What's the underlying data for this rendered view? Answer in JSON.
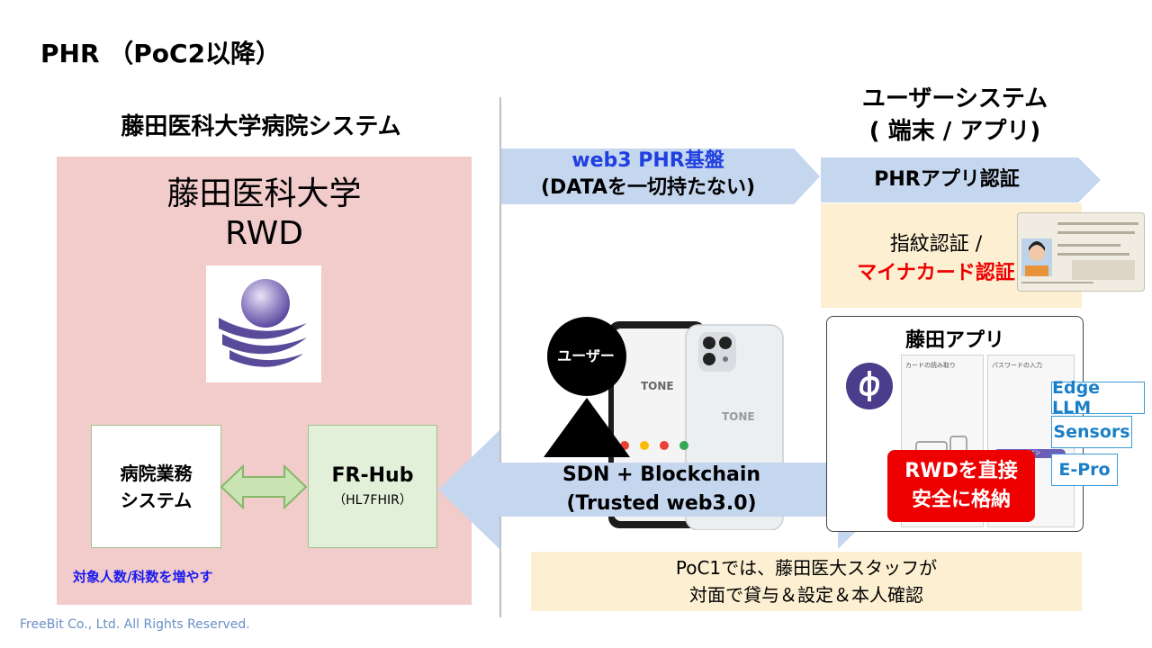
{
  "slide_title": "PHR （PoC2以降）",
  "left": {
    "heading": "藤田医科大学病院システム",
    "panel_title_line1": "藤田医科大学",
    "panel_title_line2": "RWD",
    "hospital_system_line1": "病院業務",
    "hospital_system_line2": "システム",
    "frhub_name": "FR-Hub",
    "frhub_sub": "（HL7FHIR）",
    "note": "対象人数/科数を増やす"
  },
  "center": {
    "web3_line1": "web3 PHR基盤",
    "web3_line2": "(DATAを一切持たない)",
    "user_label": "ユーザー",
    "phone_brand_front": "TONE",
    "phone_brand_back": "TONE",
    "sdn_line1": "SDN + Blockchain",
    "sdn_line2": "(Trusted web3.0)"
  },
  "right": {
    "heading_line1": "ユーザーシステム",
    "heading_line2": "( 端末 / アプリ)",
    "phr_auth": "PHRアプリ認証",
    "auth_line1": "指紋認証 /",
    "auth_line2": "マイナカード認証",
    "app_title": "藤田アプリ",
    "screen1_title": "カードの読み取り",
    "screen2_title": "パスワードの入力",
    "screen2_button": "ログイン",
    "tags": [
      "Edge LLM",
      "Sensors",
      "E-Pro"
    ],
    "rwd_store_line1": "RWDを直接",
    "rwd_store_line2": "安全に格納"
  },
  "bottom_note_line1": "PoC1では、藤田医大スタッフが",
  "bottom_note_line2": "対面で貸与＆設定＆本人確認",
  "copyright": "FreeBit Co., Ltd. All Rights Reserved.",
  "colors": {
    "left_panel": "#f2cbcb",
    "arrow_blue": "#c5d6ef",
    "accent_red": "#ee0000",
    "web3_blue": "#1f3fe0",
    "tag_blue": "#1a7fc7",
    "note_bg": "#fdf0d2"
  }
}
